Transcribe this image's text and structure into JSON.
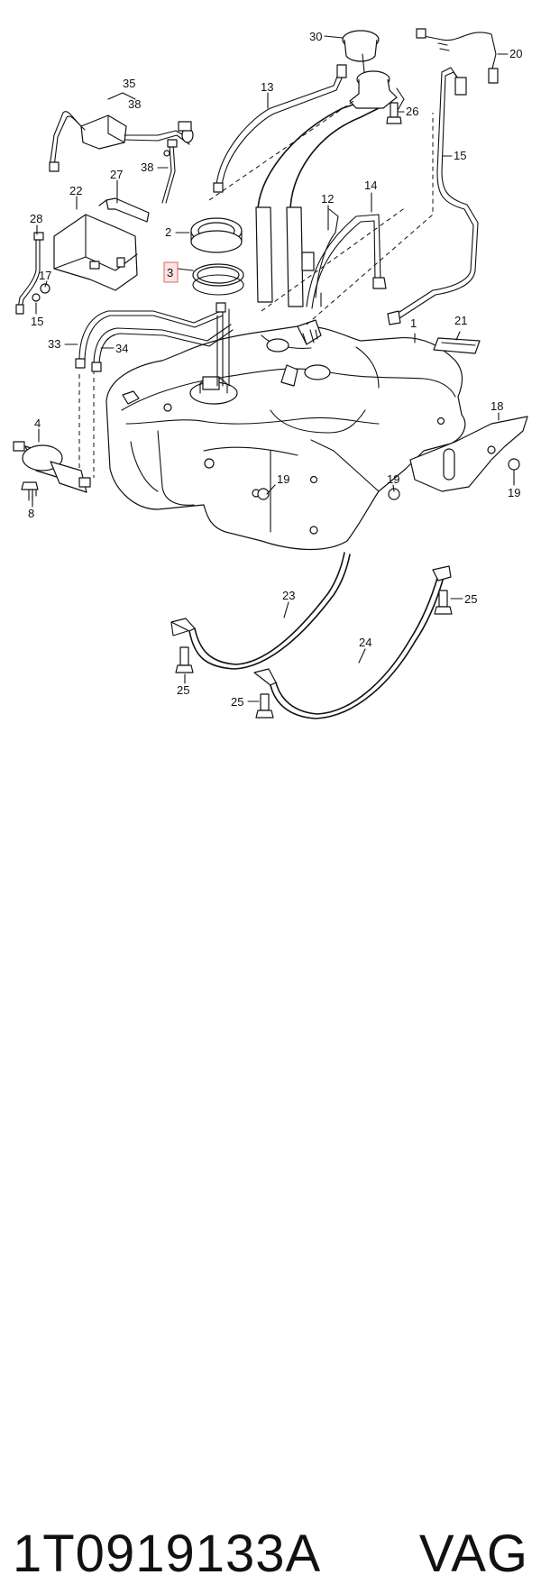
{
  "callouts": [
    "1",
    "2",
    "3",
    "4",
    "8",
    "12",
    "13",
    "14",
    "15",
    "15",
    "17",
    "18",
    "19",
    "19",
    "19",
    "20",
    "21",
    "22",
    "23",
    "24",
    "25",
    "25",
    "25",
    "26",
    "27",
    "28",
    "30",
    "33",
    "34",
    "35",
    "38",
    "38"
  ],
  "highlighted_callout": "3",
  "footer": {
    "part_number": "1T0919133A",
    "brand": "VAG"
  }
}
